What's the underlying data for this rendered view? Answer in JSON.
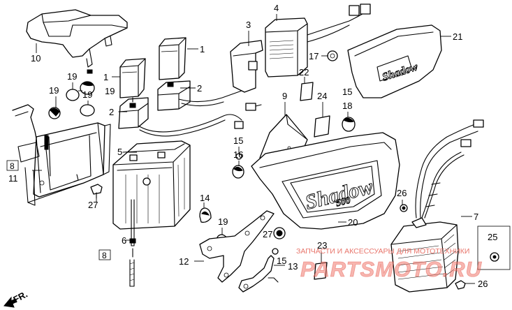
{
  "callouts": {
    "c1a": "1",
    "c1b": "1",
    "c2a": "2",
    "c2b": "2",
    "c3": "3",
    "c4": "4",
    "c5": "5",
    "c6": "6",
    "c7": "7",
    "c8a": "8",
    "c8b": "8",
    "c9": "9",
    "c10": "10",
    "c11": "11",
    "c12": "12",
    "c13": "13",
    "c14": "14",
    "c15a": "15",
    "c15b": "15",
    "c15c": "15",
    "c16": "16",
    "c17": "17",
    "c18": "18",
    "c19a": "19",
    "c19b": "19",
    "c19c": "19",
    "c19d": "19",
    "c20": "20",
    "c21": "21",
    "c22": "22",
    "c23": "23",
    "c24": "24",
    "c25": "25",
    "c26a": "26",
    "c26b": "26",
    "c27a": "27",
    "c27b": "27"
  },
  "watermark": {
    "tagline": "ЗАПЧАСТИ И АКСЕССУАРЫ ДЛЯ МОТОТЕХНИКИ",
    "logo": "PARTSMOTO.RU"
  },
  "front_indicator": "FR.",
  "emblem": {
    "side_cover": "Shadow",
    "side_cover_sub": "500",
    "left_cover": "Shadow"
  }
}
